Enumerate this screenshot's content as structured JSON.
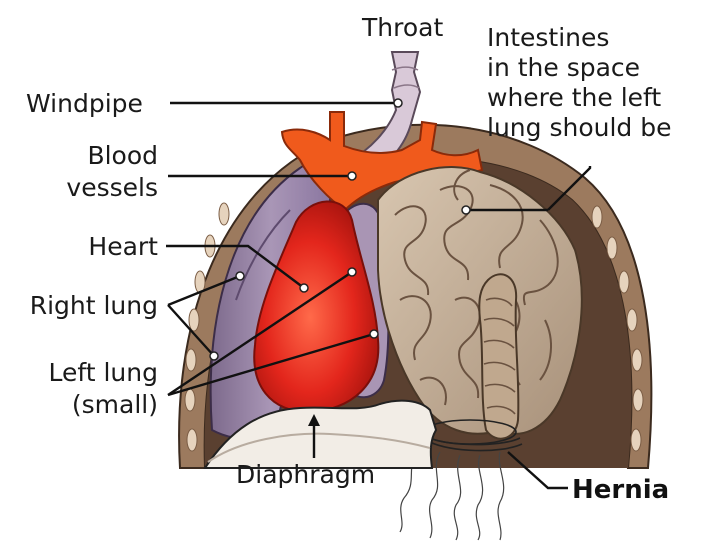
{
  "labels": {
    "throat": "Throat",
    "intestines": [
      "Intestines",
      "in the space",
      "where the left",
      "lung should be"
    ],
    "windpipe": "Windpipe",
    "blood_vessels": [
      "Blood",
      "vessels"
    ],
    "heart": "Heart",
    "right_lung": "Right lung",
    "left_lung": [
      "Left lung",
      "(small)"
    ],
    "diaphragm": "Diaphragm",
    "hernia": "Hernia"
  },
  "colors": {
    "chest_wall": "#9c7a5e",
    "right_lung": "#9b86a6",
    "left_lung": "#a995b4",
    "heart": "#e3261c",
    "blood_vessels": "#f05a1c",
    "windpipe": "#d9c9d8",
    "intestines": "#c9b39c",
    "diaphragm": "#f2ede6"
  }
}
